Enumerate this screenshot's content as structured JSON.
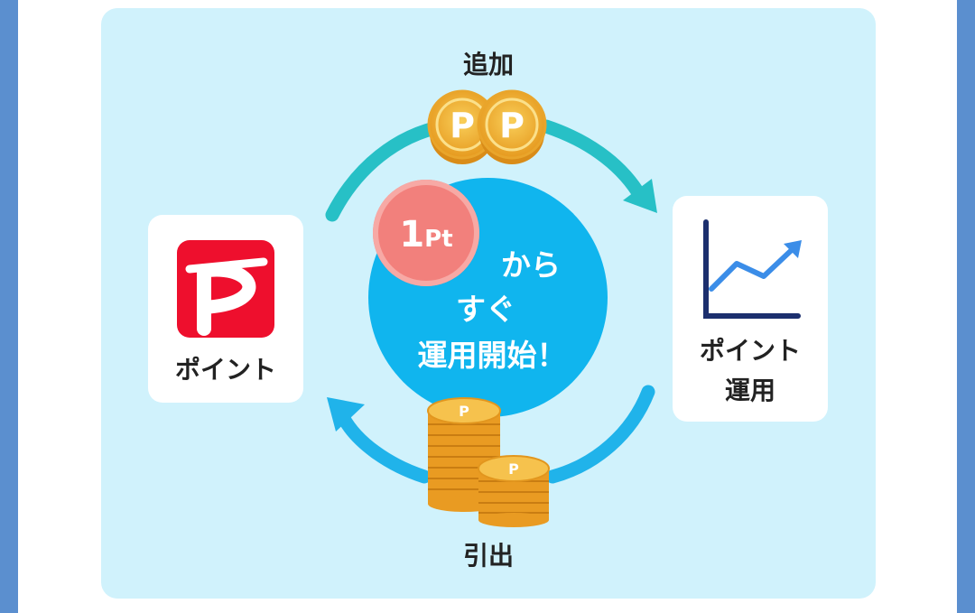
{
  "cycle": {
    "top_label": "追加",
    "bottom_label": "引出"
  },
  "left_card": {
    "label": "ポイント"
  },
  "right_card": {
    "line1": "ポイント",
    "line2": "運用"
  },
  "center": {
    "badge_number": "1",
    "badge_unit": "Pt",
    "line1": "から",
    "line2": "すぐ",
    "line3": "運用開始！"
  },
  "colors": {
    "arrow_teal": "#27c0c6",
    "arrow_blue": "#20b3ea",
    "center_blue": "#10b5ee",
    "badge_red": "#f2807c",
    "coin_gold": "#f2b23a",
    "paypay_red": "#ee0f2d",
    "chart_navy": "#1c2f6e",
    "chart_blue": "#3b8de8"
  },
  "icons": [
    "paypay-logo-icon",
    "growth-chart-icon",
    "coin-icon",
    "coin-stack-icon",
    "cycle-arrow-icon"
  ]
}
